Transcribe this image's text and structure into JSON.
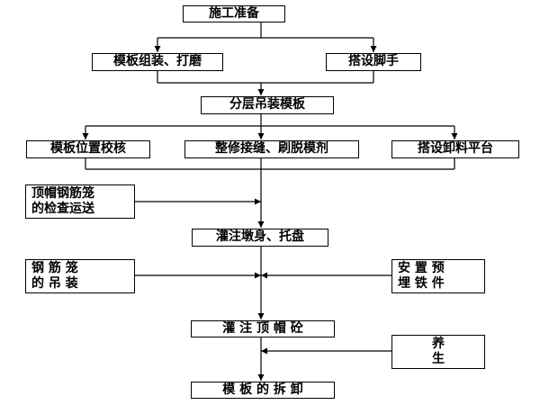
{
  "nodes": {
    "prep": "施工准备",
    "assemble": "模板组装、打磨",
    "scaffold": "搭设脚手",
    "layered": "分层吊装模板",
    "calibrate": "模板位置校核",
    "joints": "整修接缝、刷脱模剂",
    "platform": "搭设卸料平台",
    "cage_check": [
      "顶帽钢筋笼",
      "的检查运送"
    ],
    "pour_pier": "灌注墩身、托盘",
    "cage_lift": [
      "钢 筋 笼",
      "的 吊 装"
    ],
    "embed": [
      "安 置 预",
      "埋 铁 件"
    ],
    "pour_cap": "灌 注 顶 帽 砼",
    "cure": [
      "养",
      "生"
    ],
    "remove": "模 板 的 拆 卸"
  }
}
